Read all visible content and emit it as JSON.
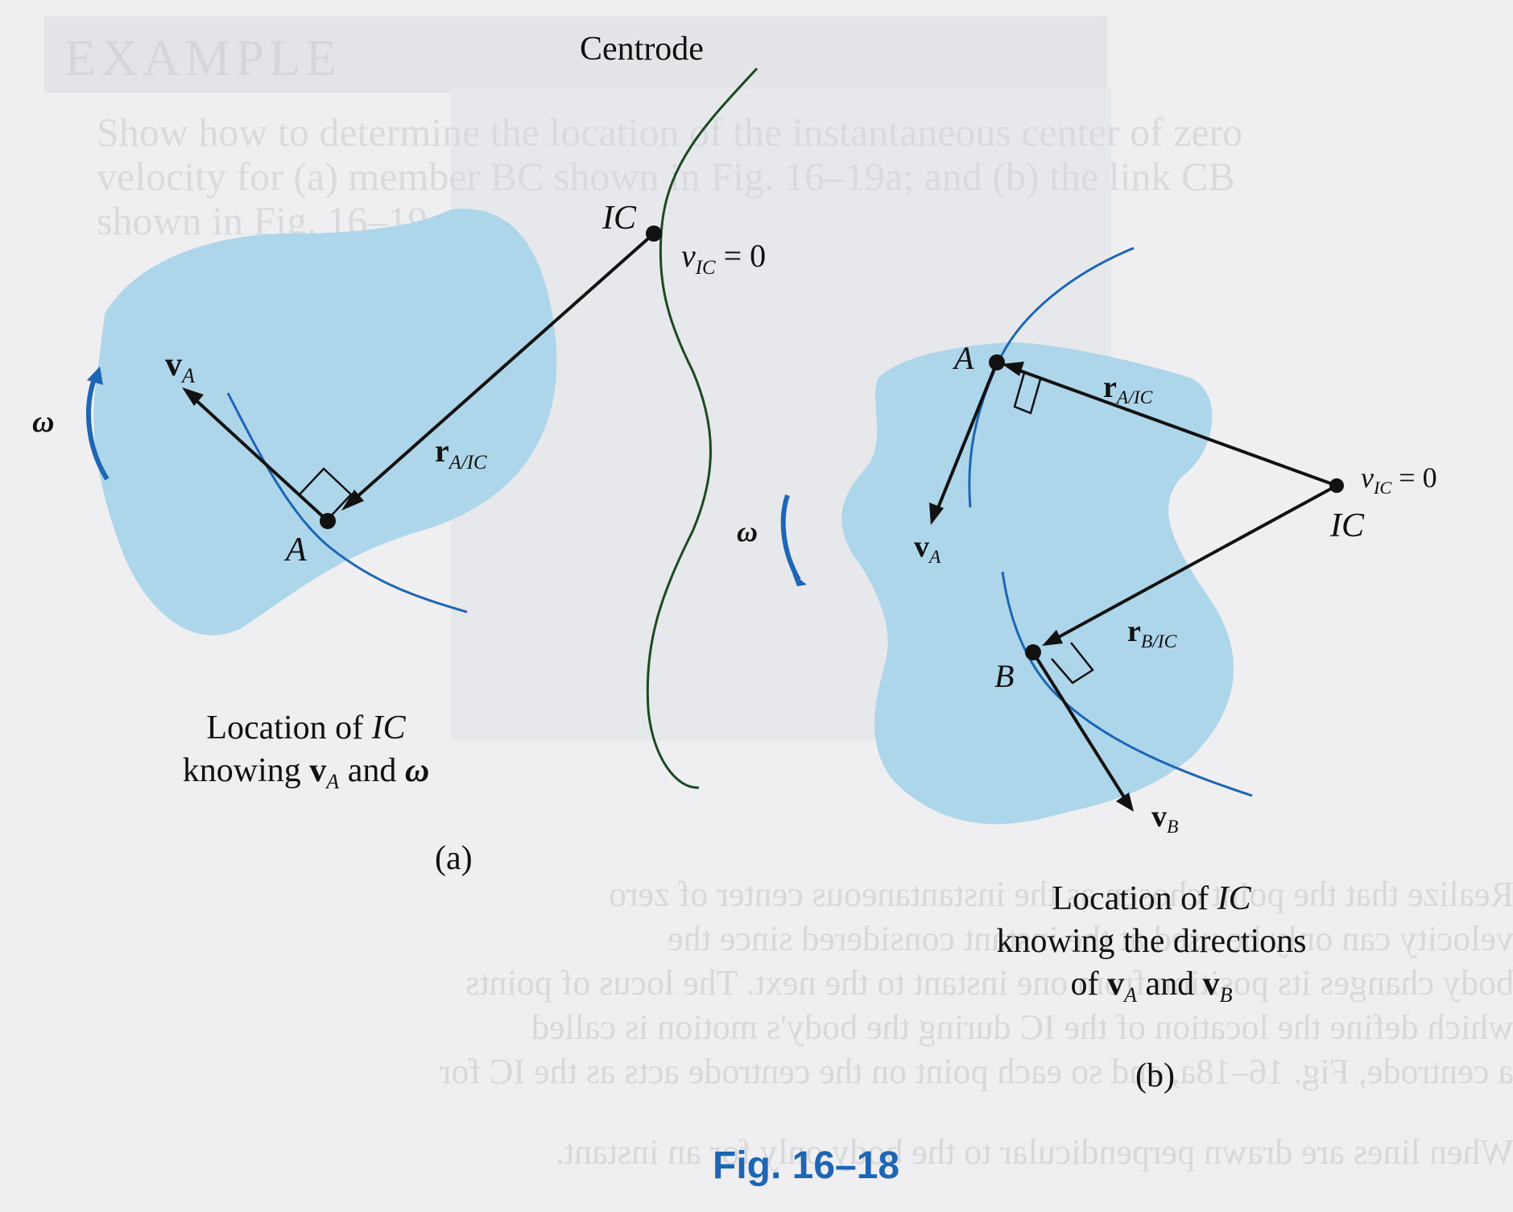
{
  "figure": {
    "title": "Fig. 16–18",
    "accent_color": "#1d66b6",
    "body_color": "#aed6ea",
    "centrode_color": "#1b4a22"
  },
  "labels": {
    "centrode": "Centrode",
    "ic": "IC",
    "v_ic_main": "v",
    "v_ic_sub": "IC",
    "v_ic_rest": " = 0",
    "omega": "ω",
    "point_a": "A",
    "point_b": "B",
    "v": "v",
    "r": "r",
    "sub_a": "A",
    "sub_b": "B",
    "sub_a_ic": "A/IC",
    "sub_b_ic": "B/IC"
  },
  "caption_a": {
    "line1_text": "Location of ",
    "line1_it": "IC",
    "line2_text": "knowing ",
    "line2_v": "v",
    "line2_sub": "A",
    "line2_and": " and ",
    "line2_omega": "ω",
    "tag": "(a)"
  },
  "caption_b": {
    "line1_text": "Location of ",
    "line1_it": "IC",
    "line2": "knowing the directions",
    "line3_of": "of ",
    "line3_v1": "v",
    "line3_sub1": "A",
    "line3_and": " and ",
    "line3_v2": "v",
    "line3_sub2": "B",
    "tag": "(b)"
  }
}
